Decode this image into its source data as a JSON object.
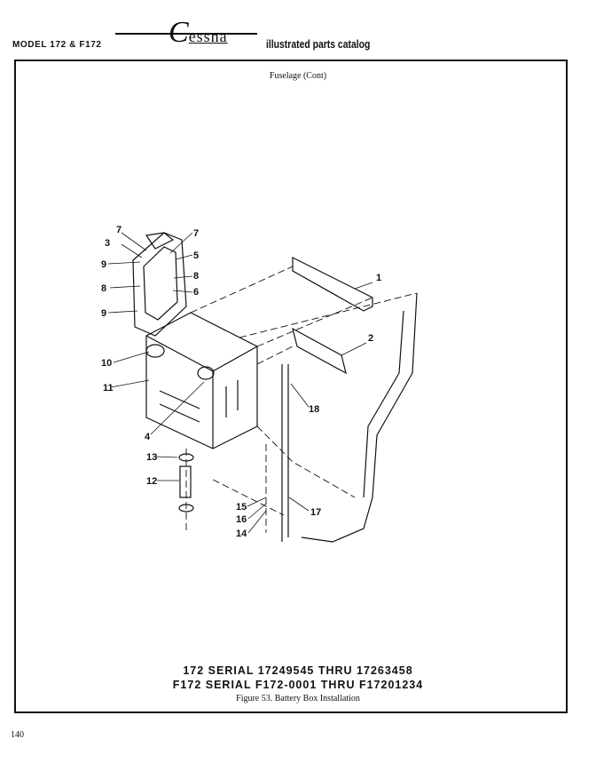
{
  "header": {
    "model": "MODEL 172 & F172",
    "brand_initial": "C",
    "brand_rest": "essna",
    "catalog": "illustrated parts catalog"
  },
  "section_title": "Fuselage (Cont)",
  "serials": [
    "172 SERIAL 17249545 THRU 17263458",
    "F172 SERIAL F172-0001 THRU F17201234"
  ],
  "caption": "Figure 53.  Battery Box Installation",
  "page_number": "140",
  "callouts": [
    "1",
    "2",
    "3",
    "4",
    "5",
    "6",
    "7",
    "7",
    "8",
    "8",
    "9",
    "9",
    "10",
    "11",
    "12",
    "13",
    "14",
    "15",
    "16",
    "17",
    "18"
  ]
}
